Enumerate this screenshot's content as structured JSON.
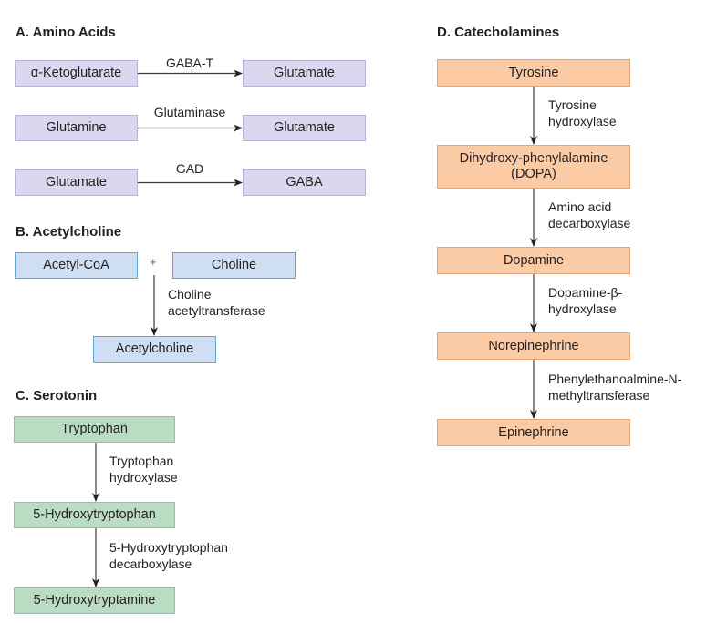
{
  "colors": {
    "amino_fill": "#dcd7ef",
    "acetylcholine_fill": "#cfdff3",
    "serotonin_fill": "#b9dcc2",
    "catecholamine_fill": "#fbcba6",
    "arrow": "#231f20"
  },
  "amino_acids": {
    "title": "A. Amino Acids",
    "reactions": [
      {
        "substrate": "α-Ketoglutarate",
        "enzyme": "GABA-T",
        "product": "Glutamate"
      },
      {
        "substrate": "Glutamine",
        "enzyme": "Glutaminase",
        "product": "Glutamate"
      },
      {
        "substrate": "Glutamate",
        "enzyme": "GAD",
        "product": "GABA"
      }
    ]
  },
  "acetylcholine": {
    "title": "B. Acetylcholine",
    "substrate1": "Acetyl-CoA",
    "plus": "+",
    "substrate2": "Choline",
    "enzyme_line1": "Choline",
    "enzyme_line2": "acetyltransferase",
    "product": "Acetylcholine"
  },
  "serotonin": {
    "title": "C. Serotonin",
    "steps": [
      {
        "compound": "Tryptophan"
      },
      {
        "enzyme_line1": "Tryptophan",
        "enzyme_line2": "hydroxylase",
        "compound": "5-Hydroxytryptophan"
      },
      {
        "enzyme_line1": "5-Hydroxytryptophan",
        "enzyme_line2": "decarboxylase",
        "compound": "5-Hydroxytryptamine"
      }
    ]
  },
  "catecholamines": {
    "title": "D. Catecholamines",
    "steps": [
      {
        "compound_line1": "Tyrosine"
      },
      {
        "enzyme_line1": "Tyrosine",
        "enzyme_line2": "hydroxylase",
        "compound_line1": "Dihydroxy-phenylalamine",
        "compound_line2": "(DOPA)"
      },
      {
        "enzyme_line1": "Amino acid",
        "enzyme_line2": "decarboxylase",
        "compound_line1": "Dopamine"
      },
      {
        "enzyme_line1": "Dopamine-β-",
        "enzyme_line2": "hydroxylase",
        "compound_line1": "Norepinephrine"
      },
      {
        "enzyme_line1": "Phenylethanoalmine-N-",
        "enzyme_line2": "methyltransferase",
        "compound_line1": "Epinephrine"
      }
    ]
  }
}
